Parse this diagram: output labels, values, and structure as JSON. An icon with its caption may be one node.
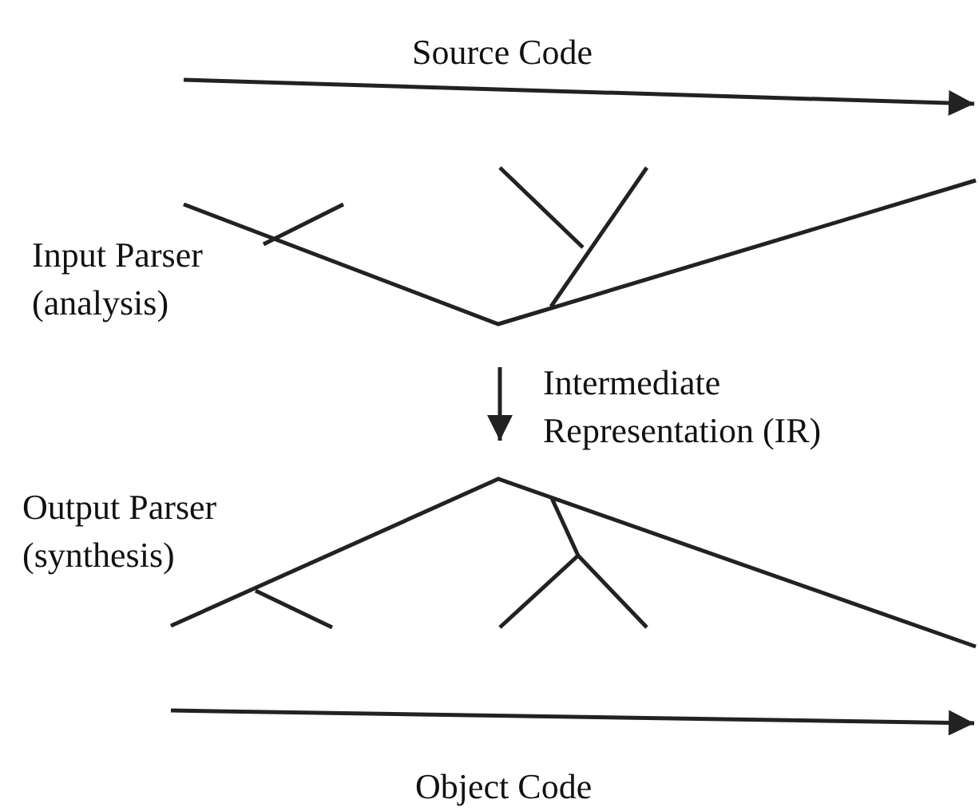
{
  "diagram": {
    "labels": [
      "Source Code",
      "Input Parser (analysis)",
      "Intermediate Representation (IR)",
      "Output Parser (synthesis)",
      "Object Code"
    ]
  }
}
